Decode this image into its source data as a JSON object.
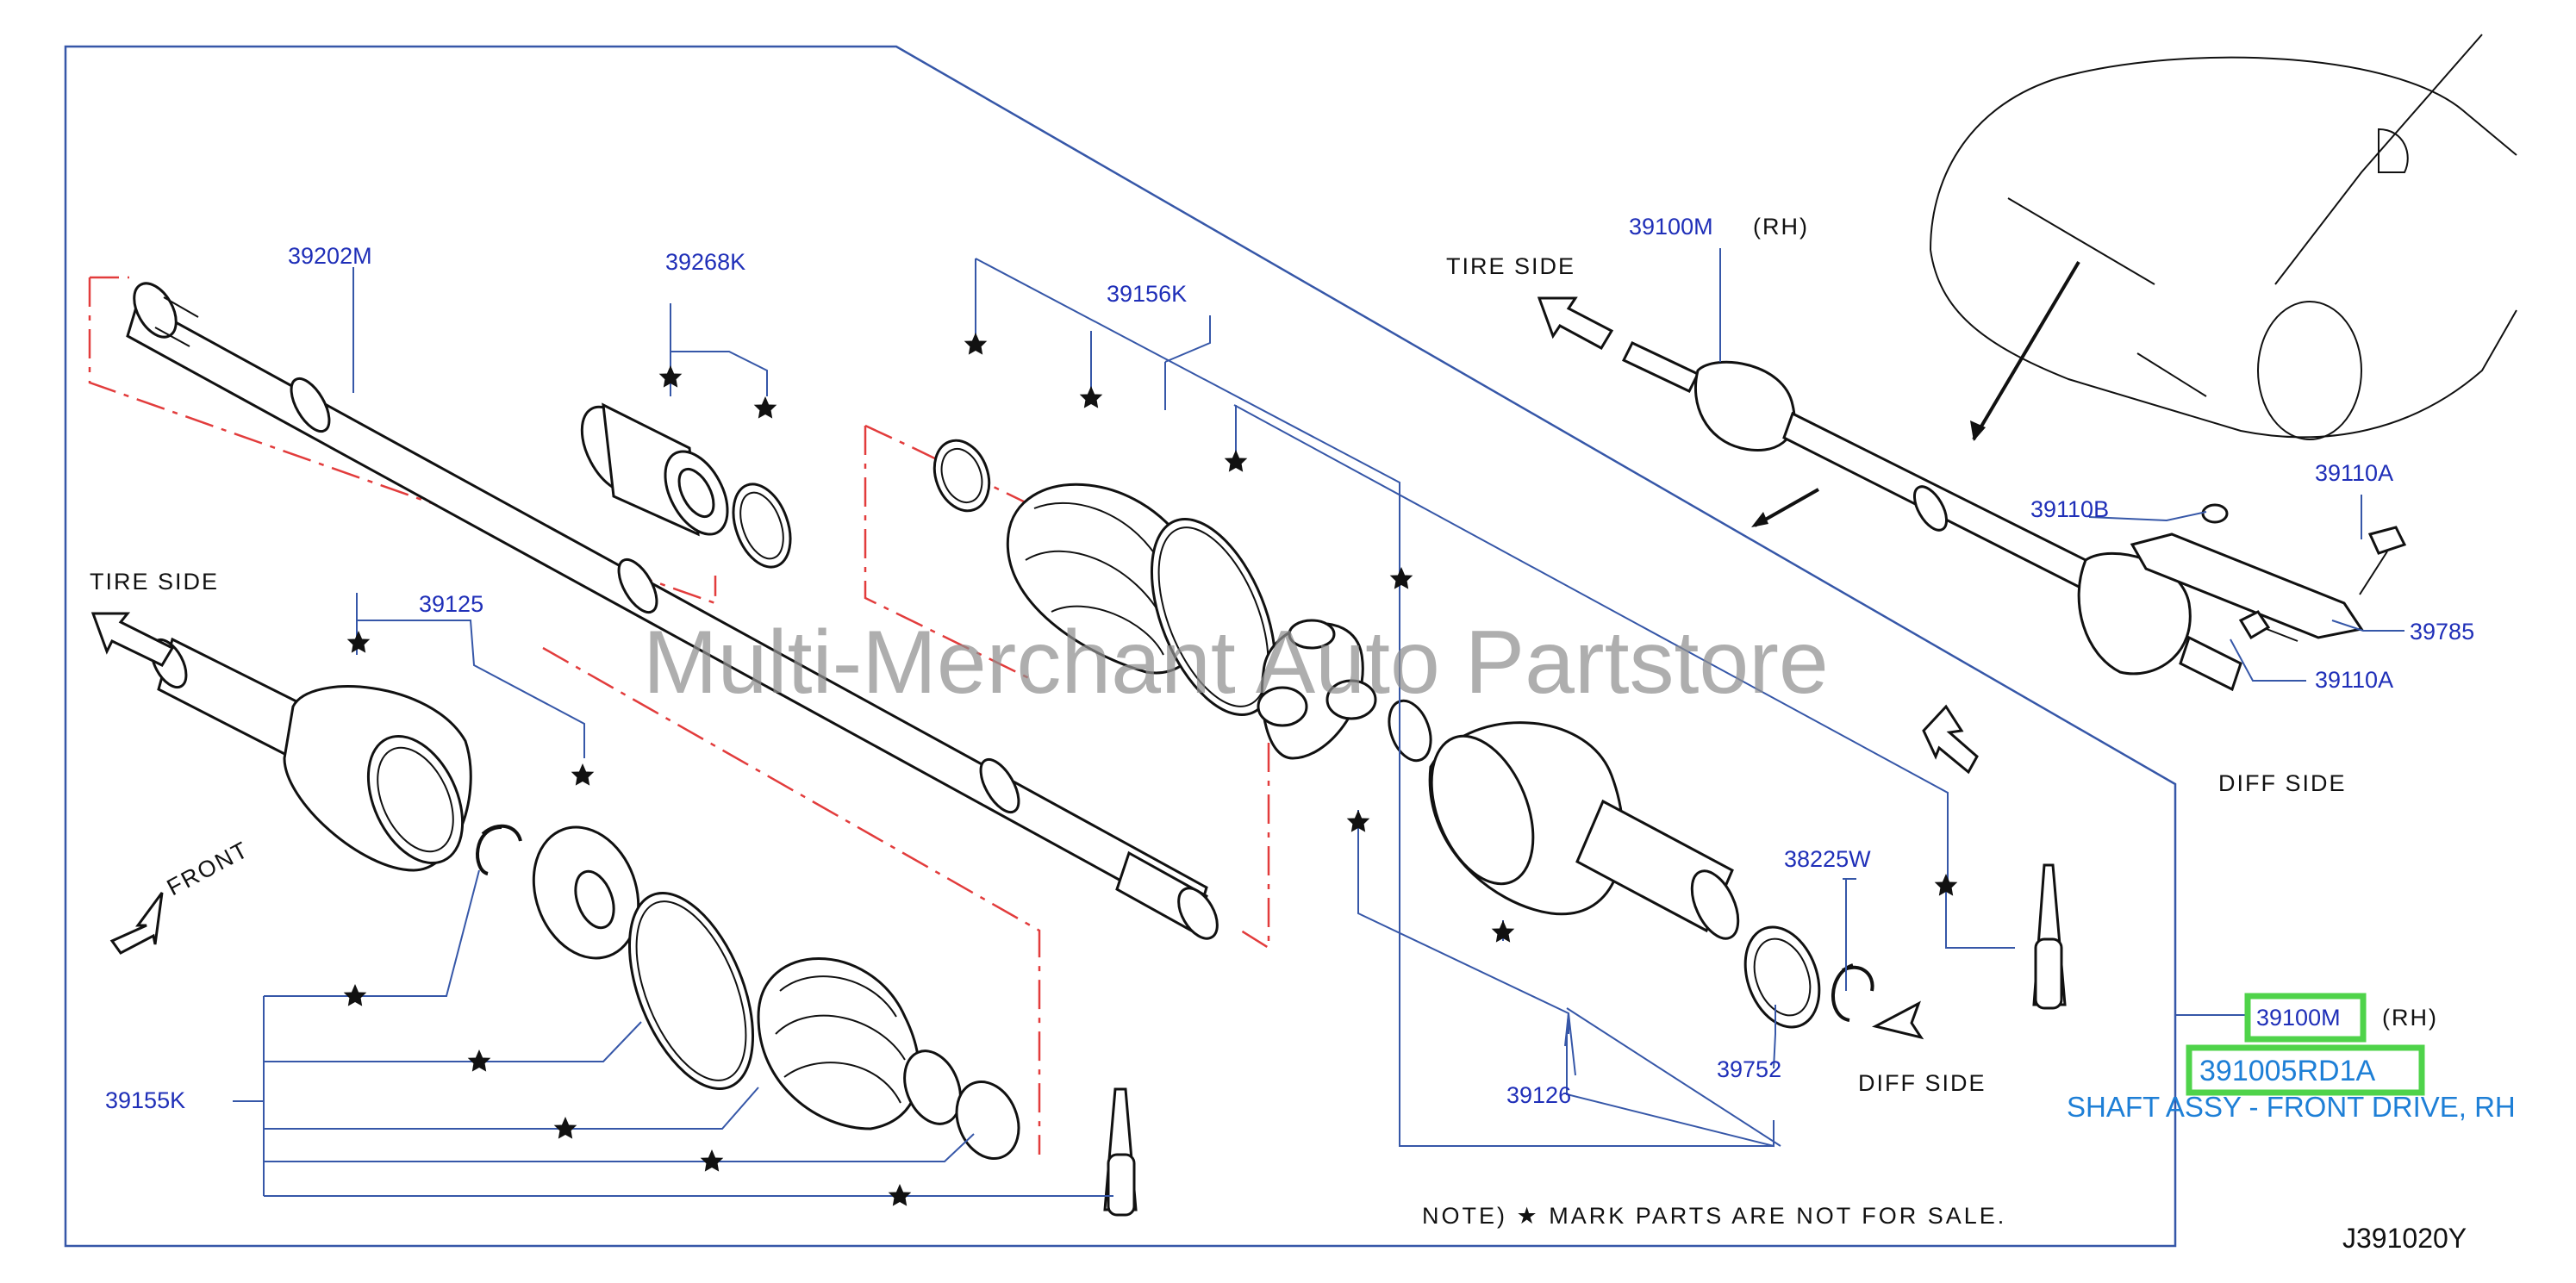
{
  "labels": {
    "tire_side_left": "TIRE   SIDE",
    "tire_side_right": "TIRE   SIDE",
    "front": "FRONT",
    "diff_side_mid": "DIFF   SIDE",
    "diff_side_right": "DIFF   SIDE",
    "rh_top": "(RH)",
    "rh_bottom": "(RH)",
    "note": "NOTE)  ★ MARK  PARTS  ARE  NOT  FOR  SALE.",
    "diagram_code": "J391020Y",
    "watermark": "Multi-Merchant Auto Partstore"
  },
  "part_numbers": {
    "p39202M": "39202M",
    "p39268K": "39268K",
    "p39156K": "39156K",
    "p39100M_top": "39100M",
    "p39125": "39125",
    "p39155K": "39155K",
    "p39126": "39126",
    "p38225W": "38225W",
    "p39752": "39752",
    "p39110B": "39110B",
    "p39110A_top": "39110A",
    "p39110A_bottom": "39110A",
    "p39785": "39785"
  },
  "selected": {
    "ref": "39100M",
    "part_number": "391005RD1A",
    "description": "SHAFT ASSY - FRONT DRIVE, RH"
  },
  "colors": {
    "part_number_text": "#1f2fb8",
    "leader_lines": "#3657a8",
    "phantom_lines": "#e23c3c",
    "highlight": "#4fd34a",
    "selected_text": "#1e7fd6"
  },
  "icons": [
    "star-mark-icon",
    "direction-arrow-icon"
  ]
}
